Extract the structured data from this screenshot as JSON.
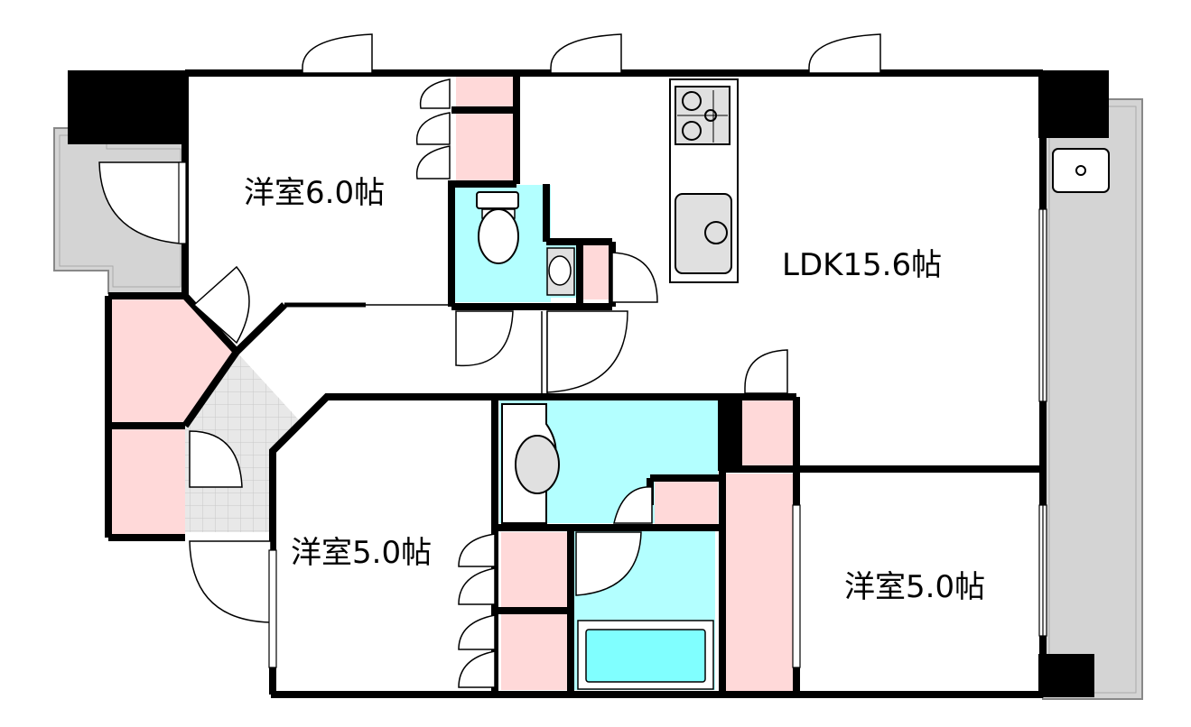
{
  "rooms": {
    "western_room_1": "洋室6.0帖",
    "ldk": "LDK15.6帖",
    "western_room_2": "洋室5.0帖",
    "western_room_3": "洋室5.0帖"
  },
  "colors": {
    "wall": "#000000",
    "storage": "#ffd9d9",
    "wet_area": "#b3ffff",
    "balcony": "#d4d4d4",
    "entrance_tile": "#e8e8e8",
    "bathtub": "#80ffff",
    "fixture": "#e0e0e0"
  }
}
